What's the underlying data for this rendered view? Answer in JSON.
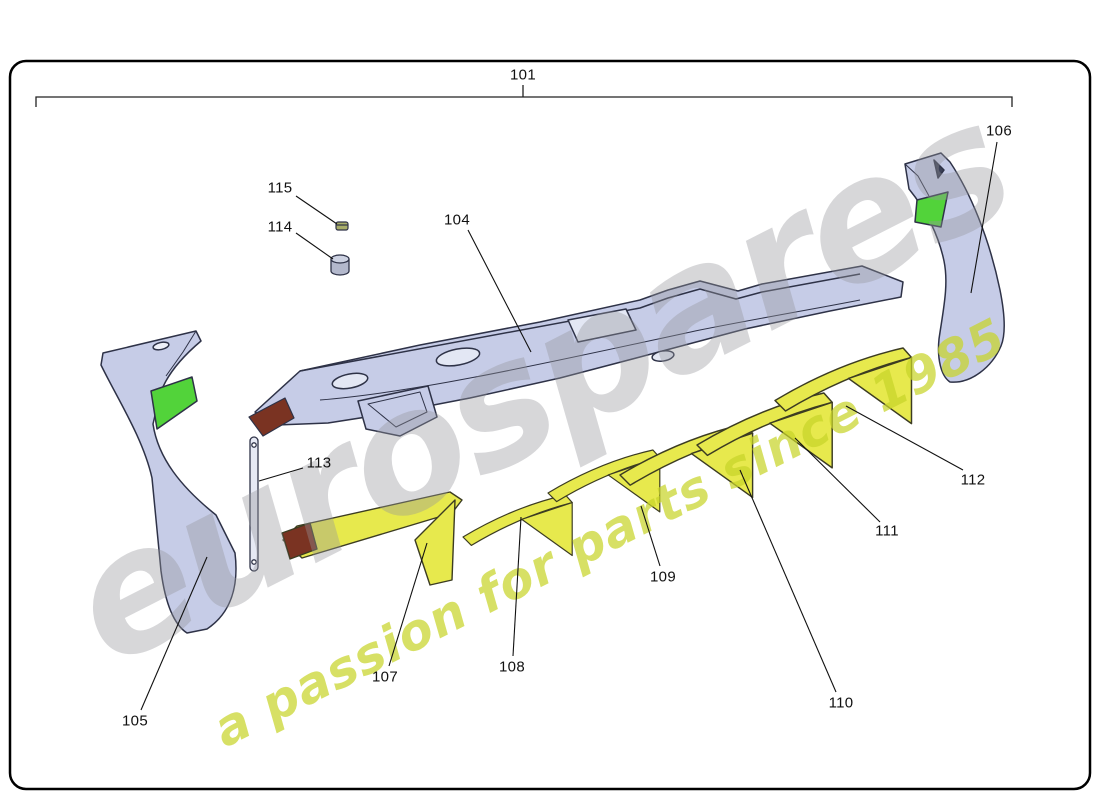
{
  "page": {
    "background": "#ffffff"
  },
  "callouts": {
    "c101": "101",
    "c104": "104",
    "c105": "105",
    "c106": "106",
    "c107": "107",
    "c108": "108",
    "c109": "109",
    "c110": "110",
    "c111": "111",
    "c112": "112",
    "c113": "113",
    "c114": "114",
    "c115": "115"
  },
  "watermark": {
    "brand": "eurospares",
    "tagline": "a passion for parts since 1985"
  },
  "colors": {
    "panel_fill": "#c6cce7",
    "panel_edge": "#2e3247",
    "fin_yellow": "#e7e94d",
    "accent_green": "#52d33a",
    "accent_red": "#7a3322",
    "watermark_gray": "#9b9ba0",
    "watermark_yellow": "#ccd42a",
    "frame_black": "#000000"
  }
}
